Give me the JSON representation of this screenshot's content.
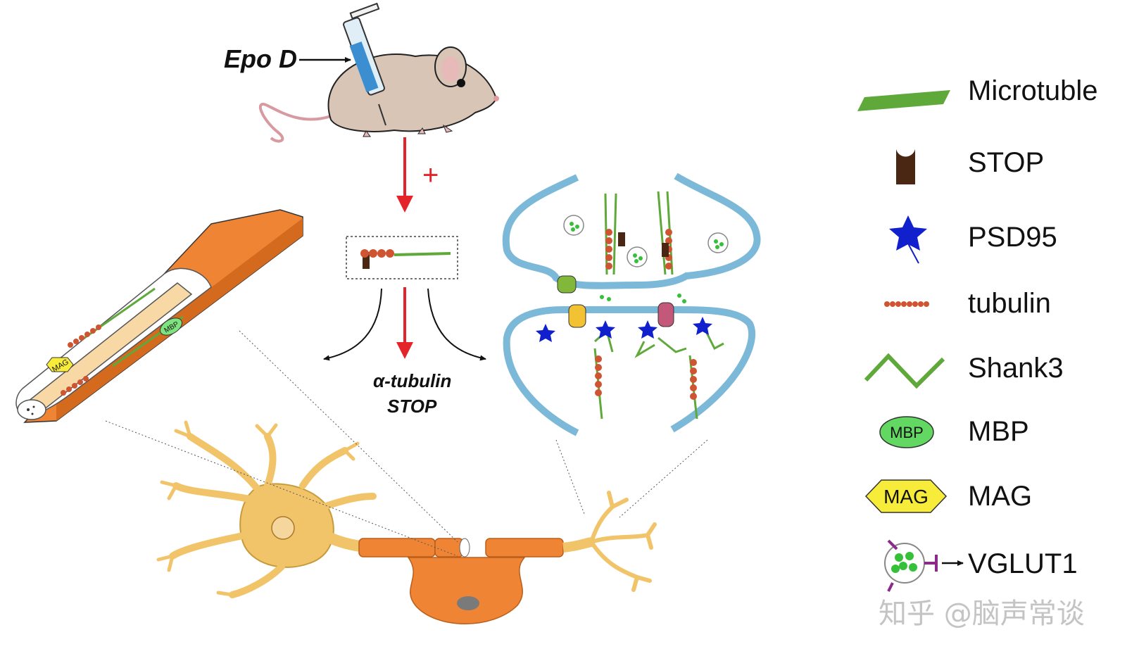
{
  "labels": {
    "drug": "Epo D",
    "plus_sign": "+",
    "upregulated_line1": "α-tubulin",
    "upregulated_line2": "STOP"
  },
  "inset_tags": {
    "mbp": "MBP",
    "mag": "MAG"
  },
  "legend": [
    {
      "key": "microtubule",
      "label": "Microtuble",
      "icon": "microtubule-icon"
    },
    {
      "key": "stop",
      "label": "STOP",
      "icon": "stop-protein-icon"
    },
    {
      "key": "psd95",
      "label": "PSD95",
      "icon": "star-icon"
    },
    {
      "key": "tubulin",
      "label": "tubulin",
      "icon": "bead-chain-icon"
    },
    {
      "key": "shank3",
      "label": "Shank3",
      "icon": "zigzag-icon"
    },
    {
      "key": "mbp",
      "label": "MBP",
      "icon_text": "MBP",
      "icon": "oval-icon"
    },
    {
      "key": "mag",
      "label": "MAG",
      "icon_text": "MAG",
      "icon": "hexagon-icon"
    },
    {
      "key": "vglut1",
      "label": "VGLUT1",
      "icon": "vesicle-icon"
    }
  ],
  "watermark": "知乎 @脑声常谈",
  "colors": {
    "arrow_red": "#e3242b",
    "synapse_blue": "#7cb9d8",
    "axon_orange": "#ee8434",
    "neuron_yellow": "#f2c46a",
    "microtubule_green": "#5fa83a",
    "tubulin_red": "#cf5431",
    "stop_brown": "#4a2712",
    "psd95_blue": "#1020cc",
    "vesicle_green": "#36c03a",
    "vglut_purple": "#8a2a8a"
  }
}
